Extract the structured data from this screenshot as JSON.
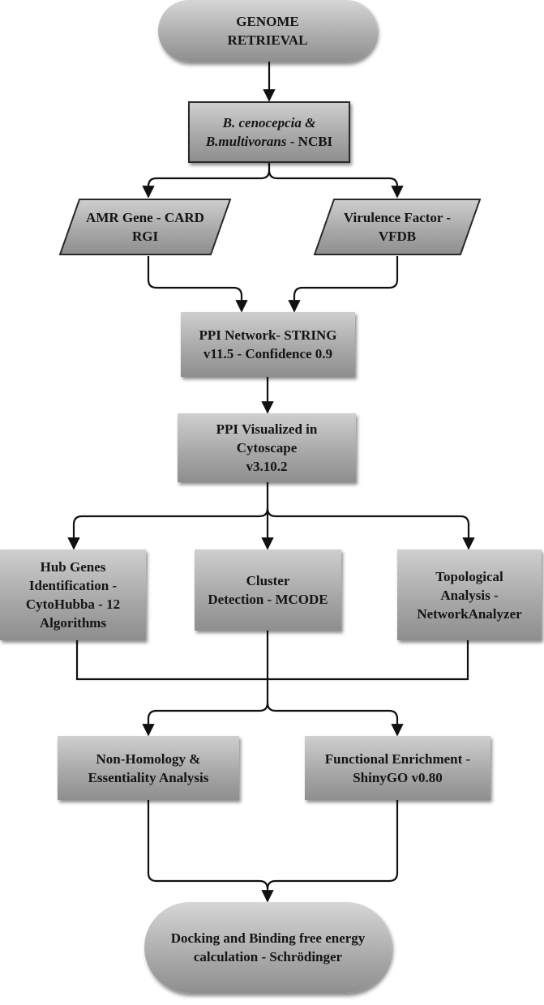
{
  "nodes": {
    "genome_retrieval": [
      "GENOME",
      "RETRIEVAL"
    ],
    "ncbi": {
      "line1": "B. cenocepcia &",
      "line2_italic": "B.multivorans",
      "line2_rest": " - NCBI"
    },
    "amr": [
      "AMR Gene - CARD",
      "RGI"
    ],
    "vfdb": [
      "Virulence Factor -",
      "VFDB"
    ],
    "string": [
      "PPI Network- STRING",
      "v11.5 - Confidence 0.9"
    ],
    "cytoscape": [
      "PPI Visualized in",
      "Cytoscape",
      "v3.10.2"
    ],
    "cytohubba": [
      "Hub Genes",
      "Identification -",
      "CytoHubba - 12",
      "Algorithms"
    ],
    "mcode": [
      "Cluster",
      "Detection - MCODE"
    ],
    "networkanalyzer": [
      "Topological",
      "Analysis -",
      "NetworkAnalyzer"
    ],
    "essentiality": [
      "Non-Homology &",
      "Essentiality Analysis"
    ],
    "shinygo": [
      "Functional Enrichment -",
      "ShinyGO v0.80"
    ],
    "docking": [
      "Docking and Binding free energy",
      "calculation - Schrödinger"
    ]
  },
  "colors": {
    "box_light": "#cfcfcf",
    "box_dark": "#8e8e8e",
    "line": "#111111",
    "text": "#141414"
  }
}
